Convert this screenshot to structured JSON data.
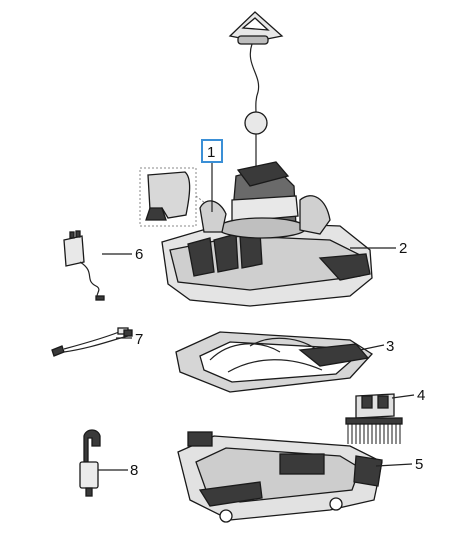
{
  "callouts": [
    {
      "id": "1",
      "label": "1",
      "highlighted": true
    },
    {
      "id": "2",
      "label": "2"
    },
    {
      "id": "3",
      "label": "3"
    },
    {
      "id": "4",
      "label": "4"
    },
    {
      "id": "5",
      "label": "5"
    },
    {
      "id": "6",
      "label": "6"
    },
    {
      "id": "7",
      "label": "7"
    },
    {
      "id": "8",
      "label": "8"
    }
  ],
  "colors": {
    "highlight": "#3a8fd6",
    "stroke": "#1a1a1a",
    "dark": "#3a3a3a",
    "mid": "#8a8a8a",
    "light": "#e4e4e4"
  }
}
